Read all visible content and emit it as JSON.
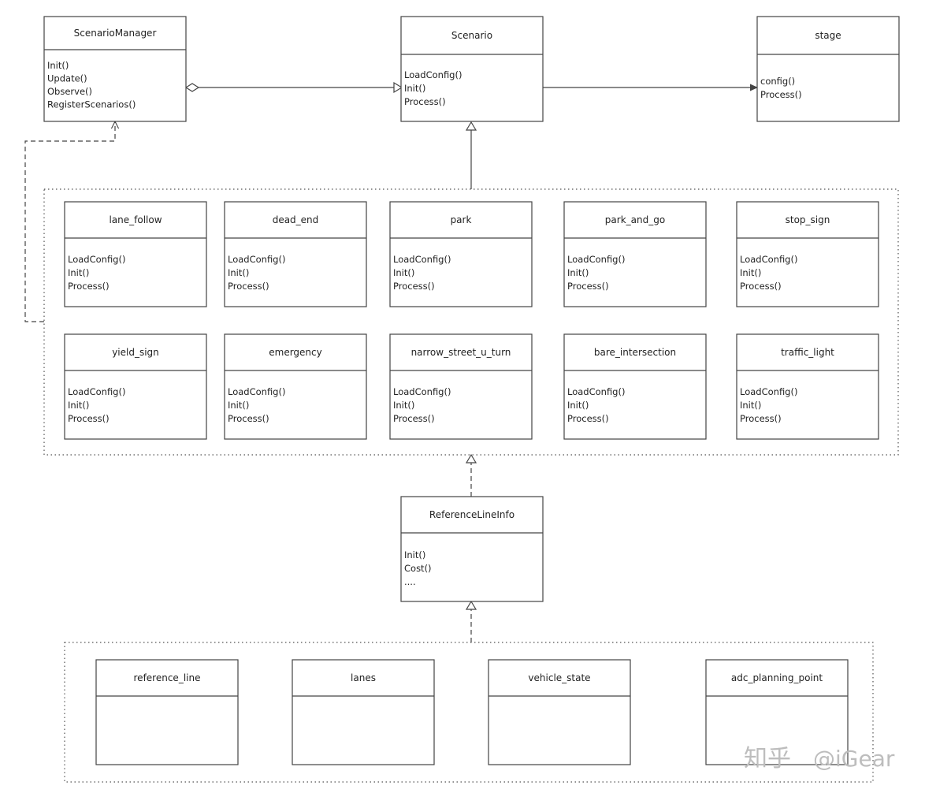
{
  "classes": {
    "scenario_manager": {
      "name": "ScenarioManager",
      "methods": [
        "Init()",
        "Update()",
        "Observe()",
        "RegisterScenarios()"
      ]
    },
    "scenario": {
      "name": "Scenario",
      "methods": [
        "LoadConfig()",
        "Init()",
        "Process()"
      ]
    },
    "stage": {
      "name": "stage",
      "methods": [
        "config()",
        "Process()"
      ]
    },
    "reference_line_info": {
      "name": "ReferenceLineInfo",
      "methods": [
        "Init()",
        "Cost()",
        "...."
      ]
    }
  },
  "scenarios": [
    {
      "name": "lane_follow",
      "methods": [
        "LoadConfig()",
        "Init()",
        "Process()"
      ]
    },
    {
      "name": "dead_end",
      "methods": [
        "LoadConfig()",
        "Init()",
        "Process()"
      ]
    },
    {
      "name": "park",
      "methods": [
        "LoadConfig()",
        "Init()",
        "Process()"
      ]
    },
    {
      "name": "park_and_go",
      "methods": [
        "LoadConfig()",
        "Init()",
        "Process()"
      ]
    },
    {
      "name": "stop_sign",
      "methods": [
        "LoadConfig()",
        "Init()",
        "Process()"
      ]
    },
    {
      "name": "yield_sign",
      "methods": [
        "LoadConfig()",
        "Init()",
        "Process()"
      ]
    },
    {
      "name": "emergency",
      "methods": [
        "LoadConfig()",
        "Init()",
        "Process()"
      ]
    },
    {
      "name": "narrow_street_u_turn",
      "methods": [
        "LoadConfig()",
        "Init()",
        "Process()"
      ]
    },
    {
      "name": "bare_intersection",
      "methods": [
        "LoadConfig()",
        "Init()",
        "Process()"
      ]
    },
    {
      "name": "traffic_light",
      "methods": [
        "LoadConfig()",
        "Init()",
        "Process()"
      ]
    }
  ],
  "components": [
    {
      "name": "reference_line",
      "methods": []
    },
    {
      "name": "lanes",
      "methods": []
    },
    {
      "name": "vehicle_state",
      "methods": []
    },
    {
      "name": "adc_planning_point",
      "methods": []
    }
  ],
  "watermark": {
    "logo": "知乎",
    "handle": "@iGear"
  }
}
